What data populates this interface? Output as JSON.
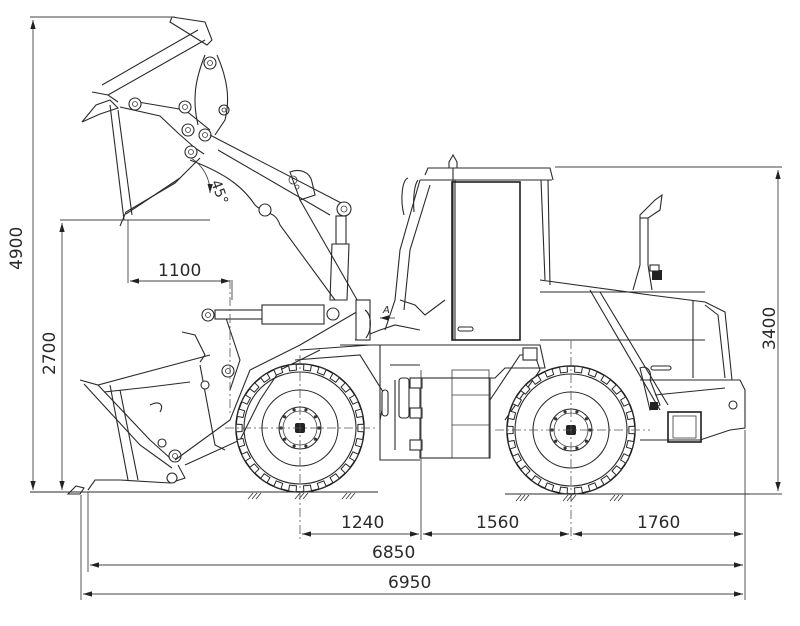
{
  "drawing": {
    "subject": "Wheel loader side elevation with dimensions",
    "units": "mm"
  },
  "dimensions": {
    "max_bucket_height": "4900",
    "dump_height": "2700",
    "dump_reach": "1100",
    "dump_angle": "45°",
    "overall_height_cab": "3400",
    "front_overhang": "1240",
    "wheelbase_front_half": "1560",
    "rear_overhang": "1760",
    "length_bucket_on_ground": "6850",
    "overall_length": "6950"
  },
  "annotations": {
    "section_marker": "A"
  }
}
